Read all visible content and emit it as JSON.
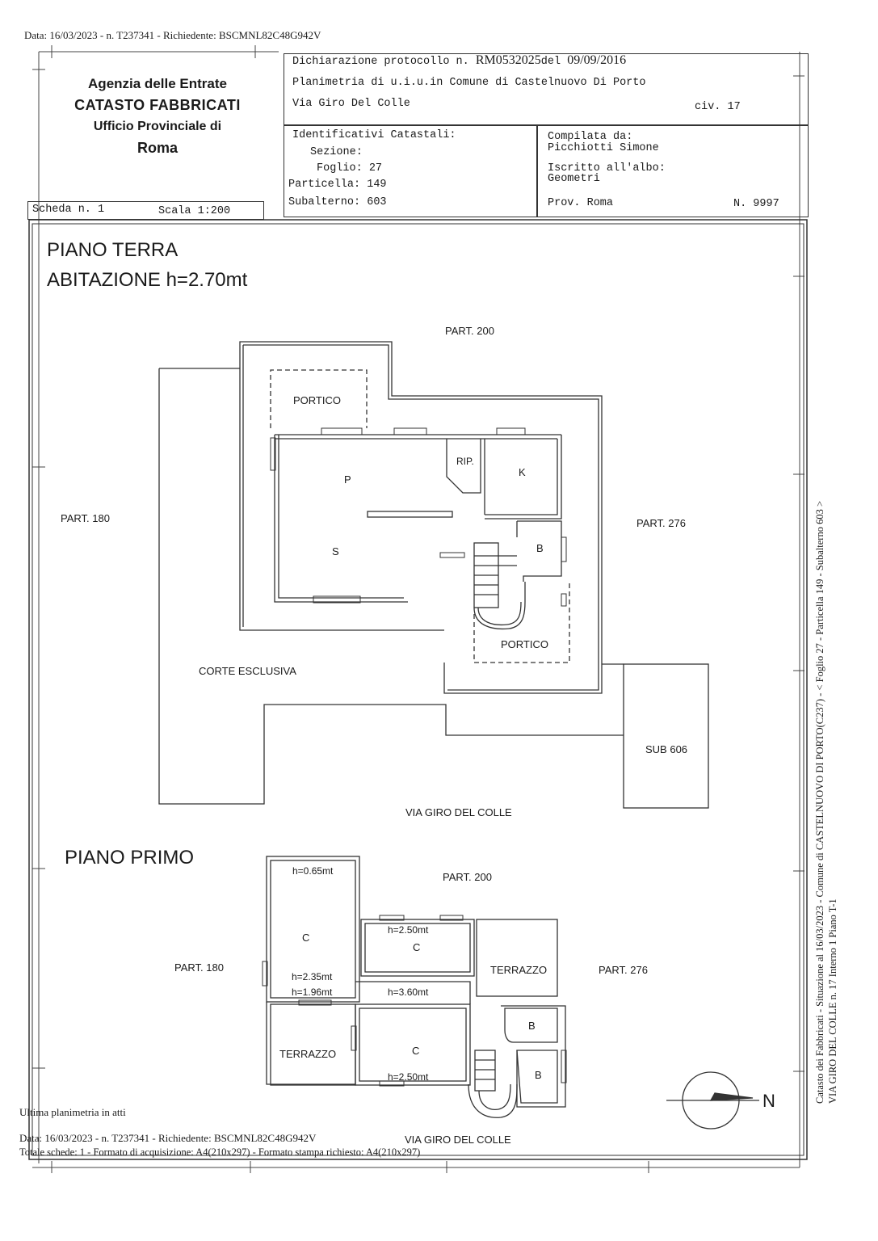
{
  "top_stamp": "Data: 16/03/2023 - n. T237341 - Richiedente: BSCMNL82C48G942V",
  "agency": {
    "line1": "Agenzia delle Entrate",
    "line2": "CATASTO FABBRICATI",
    "line3": "Ufficio Provinciale di",
    "line4": "Roma"
  },
  "header": {
    "dichiarazione_label": "Dichiarazione protocollo n.",
    "protocollo": "RM0532025",
    "del_label": "del",
    "date": "09/09/2016",
    "planimetria": "Planimetria di u.i.u.in Comune di Castelnuovo Di Porto",
    "via": "Via Giro Del Colle",
    "civ": "civ. 17"
  },
  "identificativi": {
    "title": "Identificativi Catastali:",
    "sezione_label": "Sezione:",
    "foglio_label": "Foglio:",
    "foglio": "27",
    "particella_label": "Particella:",
    "particella": "149",
    "subalterno_label": "Subalterno:",
    "subalterno": "603"
  },
  "compilata": {
    "label": "Compilata da:",
    "name": "Picchiotti Simone",
    "iscritto_label": "Iscritto all'albo:",
    "albo": "Geometri",
    "prov": "Prov. Roma",
    "numero": "N. 9997"
  },
  "scheda": {
    "scheda": "Scheda n. 1",
    "scala": "Scala 1:200"
  },
  "plan": {
    "title1": "PIANO TERRA",
    "title2": "ABITAZIONE h=2.70mt",
    "title3": "PIANO PRIMO",
    "ground": {
      "part200": "PART. 200",
      "part180": "PART. 180",
      "part276": "PART. 276",
      "portico1": "PORTICO",
      "p": "P",
      "rip": "RIP.",
      "k": "K",
      "s": "S",
      "b": "B",
      "portico2": "PORTICO",
      "corte": "CORTE ESCLUSIVA",
      "sub606": "SUB 606",
      "via": "VIA GIRO DEL COLLE"
    },
    "first": {
      "h065": "h=0.65mt",
      "part200": "PART. 200",
      "c1": "C",
      "h250a": "h=2.50mt",
      "c2": "C",
      "part180": "PART. 180",
      "terrazzo1": "TERRAZZO",
      "part276": "PART. 276",
      "h235": "h=2.35mt",
      "h196": "h=1.96mt",
      "h360": "h=3.60mt",
      "b1": "B",
      "terrazzo2": "TERRAZZO",
      "c3": "C",
      "b2": "B",
      "h250b": "h=2.50mt",
      "via": "VIA GIRO DEL COLLE",
      "north": "N"
    }
  },
  "footer": {
    "ultima": "Ultima planimetria in atti",
    "data": "Data: 16/03/2023 - n. T237341 - Richiedente: BSCMNL82C48G942V",
    "totale": "Totale schede: 1 - Formato di acquisizione: A4(210x297) - Formato stampa richiesto: A4(210x297)"
  },
  "side_text": {
    "line1": "Catasto dei Fabbricati - Situazione al 16/03/2023 - Comune di CASTELNUOVO DI PORTO(C237) - < Foglio 27 - Particella 149 - Subalterno 603 >",
    "line2": "VIA GIRO DEL COLLE n. 17 Interno 1 Piano T-1"
  }
}
